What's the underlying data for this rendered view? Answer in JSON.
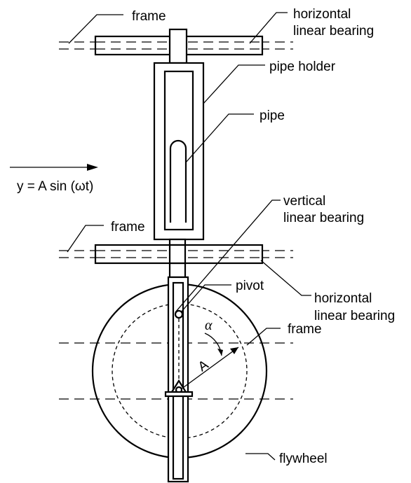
{
  "labels": {
    "frame_top": "frame",
    "horizontal_bearing_top_line1": "horizontal",
    "horizontal_bearing_top_line2": "linear bearing",
    "pipe_holder": "pipe holder",
    "pipe": "pipe",
    "motion_equation": "y = A sin (ωt)",
    "vertical_bearing_line1": "vertical",
    "vertical_bearing_line2": "linear bearing",
    "frame_middle": "frame",
    "pivot": "pivot",
    "horizontal_bearing_bottom_line1": "horizontal",
    "horizontal_bearing_bottom_line2": "linear bearing",
    "frame_bottom": "frame",
    "flywheel": "flywheel",
    "symbol_alpha": "α",
    "symbol_A": "A"
  }
}
